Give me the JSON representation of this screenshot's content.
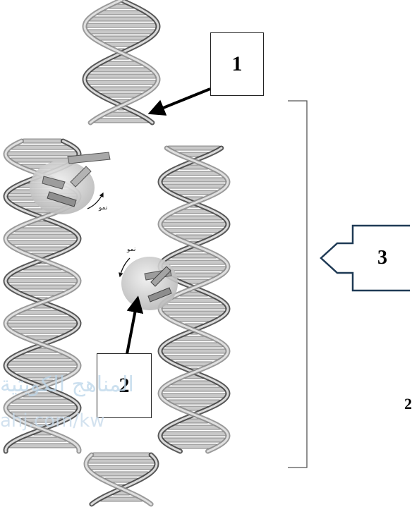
{
  "labels": {
    "one": "1",
    "two": "2",
    "three": "3",
    "edge_digit": "2"
  },
  "annotations": {
    "growth_upper": "نمو",
    "growth_lower": "نمو"
  },
  "watermark": {
    "arabic": "المناهج الكويتية",
    "url": "ahj.com/kw"
  },
  "colors": {
    "strand": "#8a8a8a",
    "strand_dark": "#3c3c3c",
    "rung": "#c8c8c8",
    "enzyme": "#d0d0d0",
    "arrow_3_outline": "#1f3a55"
  }
}
